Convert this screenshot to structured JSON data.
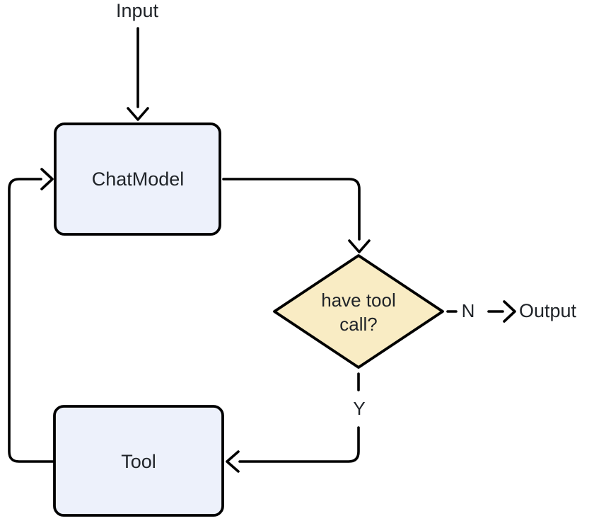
{
  "diagram": {
    "type": "flowchart",
    "background": "#ffffff",
    "stroke_color": "#000000",
    "text_color": "#1f2328",
    "nodes": [
      {
        "id": "input",
        "type": "text-label",
        "label": "Input"
      },
      {
        "id": "chatmodel",
        "type": "rounded-box",
        "label": "ChatModel",
        "fill": "#EDF1FB",
        "stroke": "#000000"
      },
      {
        "id": "have-tool-call",
        "type": "decision-diamond",
        "label": "have tool call?",
        "fill": "#F9ECC4",
        "stroke": "#000000"
      },
      {
        "id": "tool",
        "type": "rounded-box",
        "label": "Tool",
        "fill": "#EDF1FB",
        "stroke": "#000000"
      },
      {
        "id": "output",
        "type": "text-label",
        "label": "Output"
      }
    ],
    "edges": [
      {
        "from": "input",
        "to": "chatmodel",
        "style": "solid-arrow",
        "label": ""
      },
      {
        "from": "chatmodel",
        "to": "have-tool-call",
        "style": "solid-arrow",
        "label": ""
      },
      {
        "from": "have-tool-call",
        "to": "output",
        "style": "dashed-arrow",
        "label": "N"
      },
      {
        "from": "have-tool-call",
        "to": "tool",
        "style": "dashed-arrow",
        "label": "Y"
      },
      {
        "from": "tool",
        "to": "chatmodel",
        "style": "solid-arrow",
        "label": ""
      }
    ]
  }
}
